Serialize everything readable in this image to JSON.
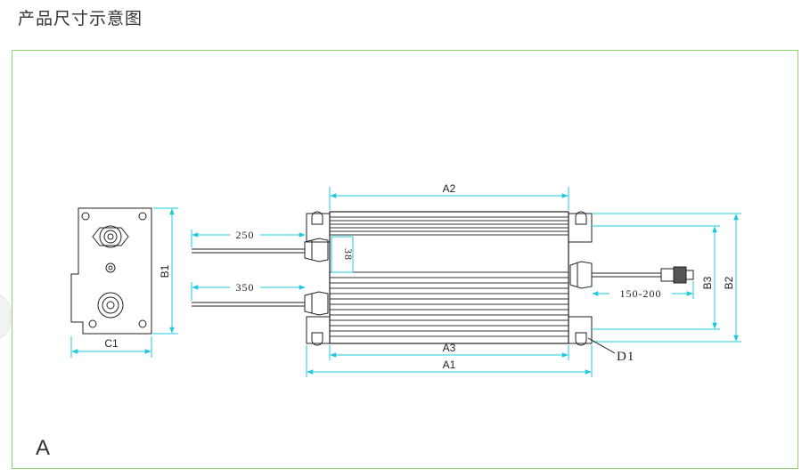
{
  "page": {
    "title": "产品尺寸示意图",
    "corner_letter": "A"
  },
  "diagram": {
    "labels": {
      "a1": "A1",
      "a2": "A2",
      "a3": "A3",
      "b1": "B1",
      "b2": "B2",
      "b3": "B3",
      "c1": "C1",
      "d1": "D1",
      "cable_top": "250",
      "cable_bottom": "350",
      "inner_height": "38",
      "output_cable": "150-200"
    },
    "colors": {
      "frame": "#8fd16f",
      "dimension": "#1ec8df",
      "line": "#222222"
    }
  }
}
